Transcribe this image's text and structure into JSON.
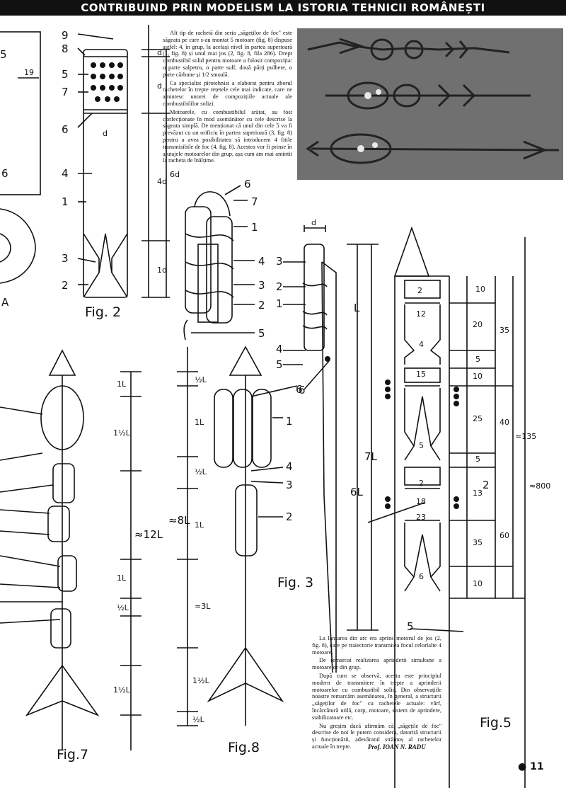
{
  "header": {
    "title": "CONTRIBUIND PRIN MODELISM LA ISTORIA TEHNICII ROMÂNEȘTI"
  },
  "article": {
    "col1_paragraphs": [
      "Alt tip de rachetă din seria „săgeților de foc\" este săgeata pe care s-au montat 5 motoare (fig. 8) dispuse astfel: 4, în grup, la același nivel în partea superioară (1, fig. 8) și unul mai jos (2, fig. 8, fila 286). Drept combustibil solid pentru motoare a folosit compoziția: o parte salpetru, o parte sulf, două părți pulbere, o parte cărbune și 1/2 smoală.",
      "Ca specialist pirotehnist a elaborat pentru zborul rachetelor în trepte rețetele cele mai indicate, care ne amintesc unorei de compozițiile actuale ale combustibililor solizi.",
      "Motoarele, cu combustibilul arătat, au fost confecționate în mod asemănător cu cele descrise la săgeata simplă. De menționat că unul din cele 5 va fi prevăzut cu un orificiu în partea superioară (3, fig. 8) pentru a avea posibilitatea să introducem 4 fitile transmisibile de foc (4, fig. 8). Acestea vor fi prinse în ajutajele motoarelor din grup, așa cum am mai amintit la racheta de înălțime."
    ],
    "col2_paragraphs": [
      "La lansarea din arc era aprins motorul de jos (2, fig. 8), care pe traiectorie transmitea focul celorlalte 4 motoare.",
      "De remarcat realizarea aprinderii simultane a motoarelor din grup.",
      "După cum se observă, acesta este principiul modern de transmitere în trepte a aprinderii motoarelor cu combustibil solid. Din observațiile noastre remarcăm asemănarea, în general, a structurii „săgeților de foc\" cu rachetele actuale: vârf, încărcătură utilă, corp, motoare, sistem de aprindere, stabilizatoare etc.",
      "Nu greșim dacă afirmăm că „săgețile de foc\" descrise de noi le putem considera, datorită structurii și funcționării, adevăratul strămoș al rachetelor actuale în trepte."
    ],
    "author": "Prof. IOAN N. RADU"
  },
  "page_number": "11",
  "figures": {
    "fig2": {
      "label": "Fig. 2",
      "callouts": [
        "9",
        "8",
        "5",
        "7",
        "6",
        "4",
        "1",
        "3",
        "2"
      ],
      "dims": [
        "d",
        "d",
        "d",
        "4d",
        "6d",
        "1d"
      ]
    },
    "fig3": {
      "label": "Fig. 3",
      "callouts": [
        "6",
        "7",
        "1",
        "4",
        "3",
        "2",
        "5"
      ]
    },
    "fig4": {
      "callouts": [
        "3",
        "2",
        "1",
        "4",
        "5",
        "6"
      ],
      "dims": [
        "d",
        "L",
        "7L",
        "6L"
      ]
    },
    "fig5": {
      "label": "Fig.5",
      "callouts": [
        "2",
        "12",
        "4",
        "15",
        "5",
        "2",
        "2",
        "18",
        "23",
        "6",
        "5"
      ],
      "dims": [
        "10",
        "20",
        "5",
        "10",
        "25",
        "5",
        "13",
        "35",
        "10",
        "35",
        "40",
        "60",
        "≈135",
        "≈800"
      ]
    },
    "fig7": {
      "label": "Fig.7",
      "dims": [
        "1L",
        "1½L",
        "≈12L",
        "1L",
        "½L",
        "1½L"
      ]
    },
    "fig8": {
      "label": "Fig.8",
      "callouts": [
        "1",
        "4",
        "3",
        "2",
        "6"
      ],
      "dims": [
        "½L",
        "1L",
        "½L",
        "1L",
        "≈8L",
        "≈3L",
        "1½L",
        "½L"
      ]
    },
    "left_fragment": {
      "labels": [
        "5",
        "19",
        "6",
        "A"
      ]
    }
  },
  "colors": {
    "ink": "#111111",
    "header_bg": "#111111",
    "photo": "#6c6c6c"
  }
}
